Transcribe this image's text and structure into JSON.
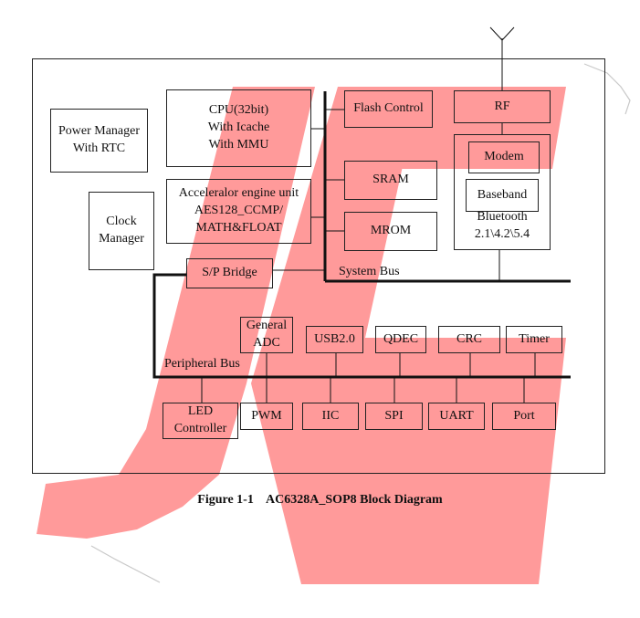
{
  "colors": {
    "watermark": "#ff9a9a",
    "line": "#111111"
  },
  "blocks": {
    "power_manager": "Power Manager\nWith RTC",
    "clock_manager": "Clock\nManager",
    "cpu": "CPU(32bit)\nWith Icache\nWith MMU",
    "accelerator": "Acceleralor engine unit\nAES128_CCMP/\nMATH&FLOAT",
    "flash_control": "Flash Control",
    "sram": "SRAM",
    "mrom": "MROM",
    "rf": "RF",
    "modem": "Modem",
    "baseband": "Baseband",
    "bluetooth": "Bluetooth\n2.1\\4.2\\5.4",
    "sp_bridge": "S/P Bridge",
    "system_bus": "System Bus",
    "peripheral_bus": "Peripheral Bus",
    "general_adc": "General\nADC",
    "usb": "USB2.0",
    "qdec": "QDEC",
    "crc": "CRC",
    "timer": "Timer",
    "led_controller": "LED\nController",
    "pwm": "PWM",
    "iic": "IIC",
    "spi": "SPI",
    "uart": "UART",
    "port": "Port"
  },
  "caption": "Figure 1-1    AC6328A_SOP8 Block Diagram"
}
